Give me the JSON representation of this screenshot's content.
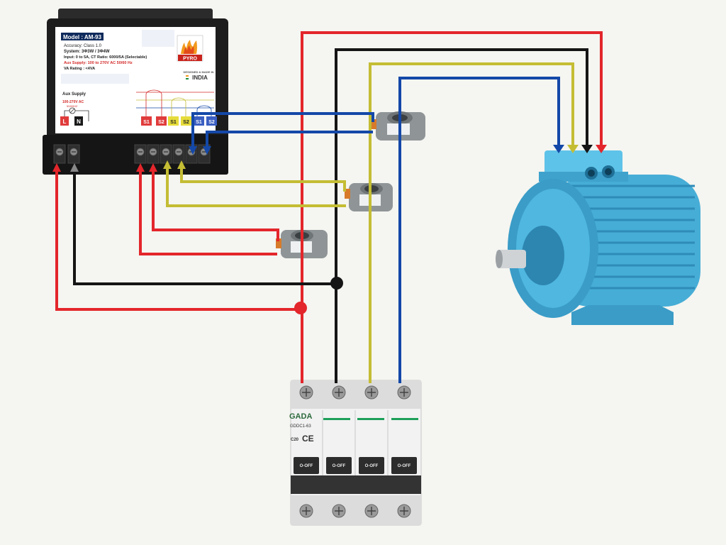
{
  "meter": {
    "model": "Model : AM-93",
    "accuracy": "Accuracy: Class 1.0",
    "system": "System: 3Φ3W / 3Φ4W",
    "input": "Input: 0 to 5A, CT Ratio: 6000/5A (Selectable)",
    "aux_supply_spec": "Aux Supply: 100 to 270V AC 50/60 Hz",
    "va_rating": "VA Rating : <4VA",
    "brand": "PYRO",
    "made_in_top": "DESIGNED & MADE IN",
    "made_in_country": "INDIA",
    "aux_supply_label": "Aux Supply",
    "aux_supply_range": "100-270V AC",
    "aux_supply_freq": "50/60HZ",
    "aux_terminals": [
      "L",
      "N"
    ],
    "ct_terminals": [
      "S1",
      "S2",
      "S1",
      "S2",
      "S1",
      "S2"
    ]
  },
  "breaker": {
    "brand": "GA⁠DA",
    "model": "GDDC1-63",
    "rating": "C20",
    "mark": "CE",
    "switch_labels": [
      "O-OFF",
      "O-OFF",
      "O-OFF",
      "O-OFF"
    ]
  },
  "colors": {
    "red": "#e3262b",
    "black": "#151515",
    "yellow": "#c4bd34",
    "blue": "#1448a8",
    "motor": "#4ab4dc"
  }
}
